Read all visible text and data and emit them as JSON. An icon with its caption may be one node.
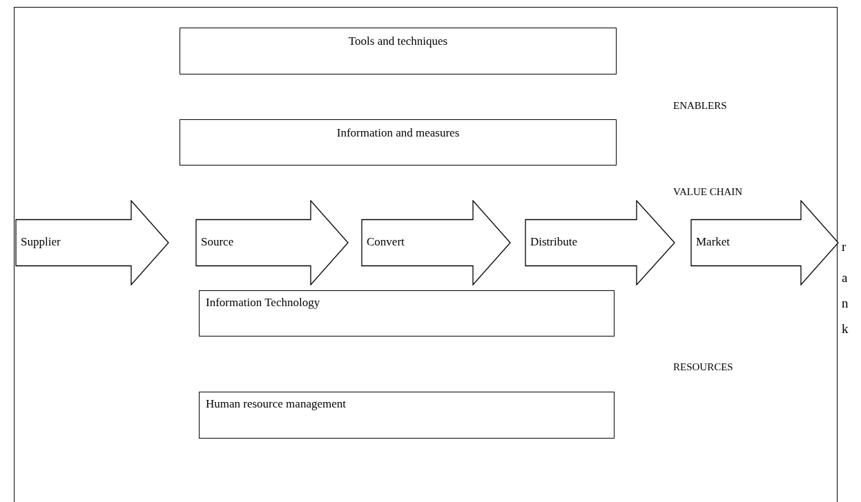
{
  "diagram": {
    "nodes": [
      {
        "text": [
          "Tools and techniques"
        ]
      },
      {
        "text": [
          "Information and measures"
        ]
      },
      {
        "text": [
          "Supplier"
        ]
      },
      {
        "text": [
          "Source"
        ]
      },
      {
        "text": [
          "Convert"
        ]
      },
      {
        "text": [
          "Distribute"
        ]
      },
      {
        "text": [
          "Market"
        ]
      },
      {
        "text": [
          "Information Technology"
        ]
      },
      {
        "text": [
          "Human resource management"
        ]
      }
    ],
    "labels": [
      "ENABLERS",
      "VALUE CHAIN",
      "r",
      "a",
      "n",
      "RESOURCES",
      "k"
    ]
  }
}
